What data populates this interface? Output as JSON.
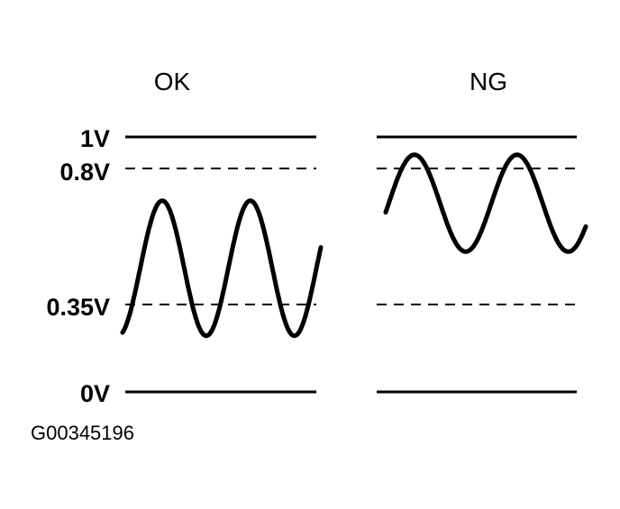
{
  "panels": {
    "ok": {
      "title": "OK",
      "wave": {
        "max_v": 0.75,
        "min_v": 0.22,
        "cycles": 2.25,
        "phase": 0.55
      }
    },
    "ng": {
      "title": "NG",
      "wave": {
        "max_v": 0.93,
        "min_v": 0.55,
        "cycles": 1.95,
        "phase": 0.72
      }
    }
  },
  "levels": [
    {
      "label": "1V",
      "value": 1.0,
      "style": "solid"
    },
    {
      "label": "0.8V",
      "value": 0.8,
      "style": "dashed"
    },
    {
      "label": "0.35V",
      "value": 0.35,
      "style": "dashed"
    },
    {
      "label": "0V",
      "value": 0.0,
      "style": "solid"
    }
  ],
  "figure_id": "G00345196",
  "colors": {
    "ink": "#000000",
    "background": "#ffffff"
  }
}
